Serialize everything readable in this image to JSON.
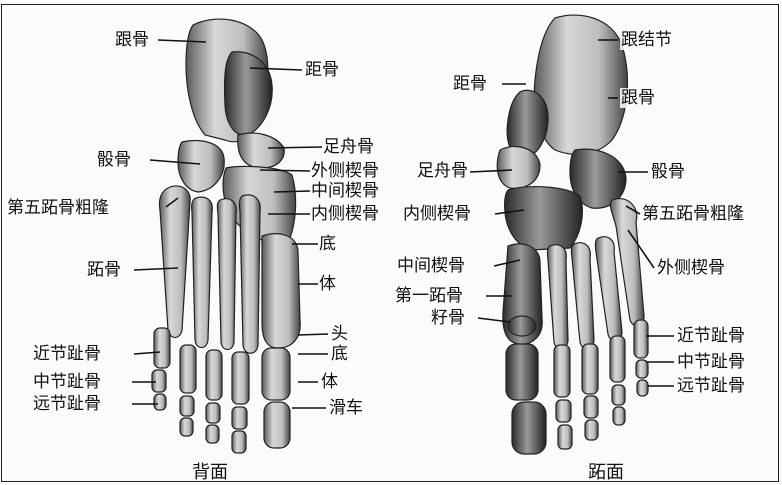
{
  "dorsal": {
    "caption": "背面",
    "labels": {
      "calcaneus": "跟骨",
      "talus": "距骨",
      "navicular": "足舟骨",
      "cuboid": "骰骨",
      "lateral_cuneiform": "外侧楔骨",
      "intermediate_cuneiform": "中间楔骨",
      "medial_cuneiform": "内侧楔骨",
      "fifth_metatarsal_tuberosity": "第五跖骨粗隆",
      "metatarsals": "跖骨",
      "base_1": "底",
      "body_1": "体",
      "head": "头",
      "base_2": "底",
      "body_2": "体",
      "trochlea": "滑车",
      "proximal_phalanx": "近节趾骨",
      "middle_phalanx": "中节趾骨",
      "distal_phalanx": "远节趾骨"
    }
  },
  "plantar": {
    "caption": "跖面",
    "labels": {
      "calcaneal_tuberosity": "跟结节",
      "calcaneus": "跟骨",
      "talus": "距骨",
      "navicular": "足舟骨",
      "cuboid": "骰骨",
      "medial_cuneiform": "内侧楔骨",
      "fifth_metatarsal_tuberosity": "第五跖骨粗隆",
      "intermediate_cuneiform": "中间楔骨",
      "lateral_cuneiform": "外侧楔骨",
      "first_metatarsal": "第一跖骨",
      "sesamoid": "籽骨",
      "proximal_phalanx": "近节趾骨",
      "middle_phalanx": "中节趾骨",
      "distal_phalanx": "远节趾骨"
    }
  },
  "colors": {
    "bone": "#cfcfcf",
    "bone_shadow": "#3a3a3a",
    "line": "#111111",
    "frame": "#222222"
  }
}
